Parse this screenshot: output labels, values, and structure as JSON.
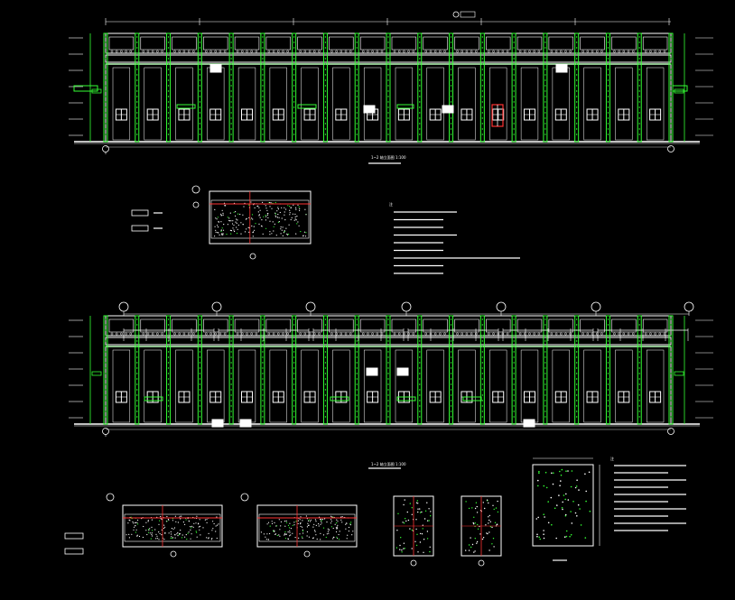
{
  "drawing": {
    "elevation_top": {
      "title": "1~2 轴立面图 1:100"
    },
    "elevation_bottom": {
      "title": "1~2 轴立面图 1:100"
    },
    "note_block_1": {
      "heading": "注"
    },
    "note_block_2": {
      "heading": "注"
    }
  },
  "colors": {
    "background": "#000000",
    "line_white": "#ffffff",
    "line_green": "#33ff33",
    "accent_red": "#ff3333"
  }
}
